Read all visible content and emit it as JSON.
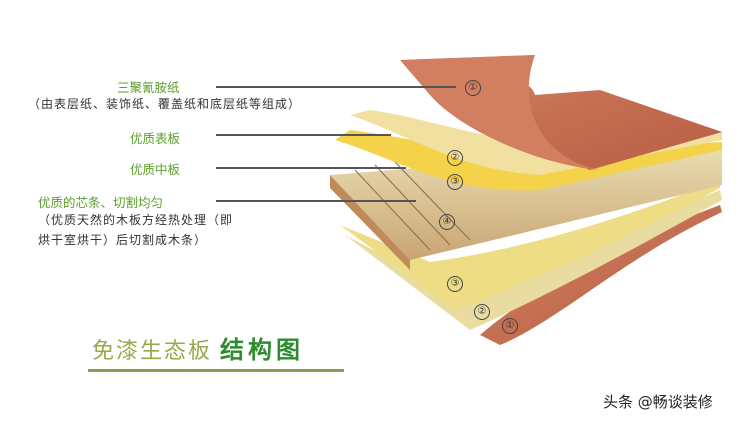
{
  "labels": {
    "melamine": "三聚氰胺纸",
    "melamine_note": "（由表层纸、装饰纸、覆盖纸和底层纸等组成）",
    "surface_board": "优质表板",
    "middle_board": "优质中板",
    "core": "优质的芯条、切割均匀",
    "core_note_1": "（优质天然的木板方经热处理（即",
    "core_note_2": "烘干室烘干）后切割成木条）"
  },
  "markers": {
    "m1_top": "①",
    "m2_top": "②",
    "m3_top": "③",
    "m4": "④",
    "m3_bottom": "③",
    "m2_bottom": "②",
    "m1_bottom": "①"
  },
  "title": {
    "part1": "免漆生态板",
    "part2": "结构图"
  },
  "watermark": "头条 @畅谈装修",
  "colors": {
    "green_label": "#5aa02c",
    "title_light": "#9aa84a",
    "title_bold": "#2e8b2e",
    "wood": "#c8735a",
    "veneer": "#f2d36b",
    "core": "#d9b98a"
  }
}
